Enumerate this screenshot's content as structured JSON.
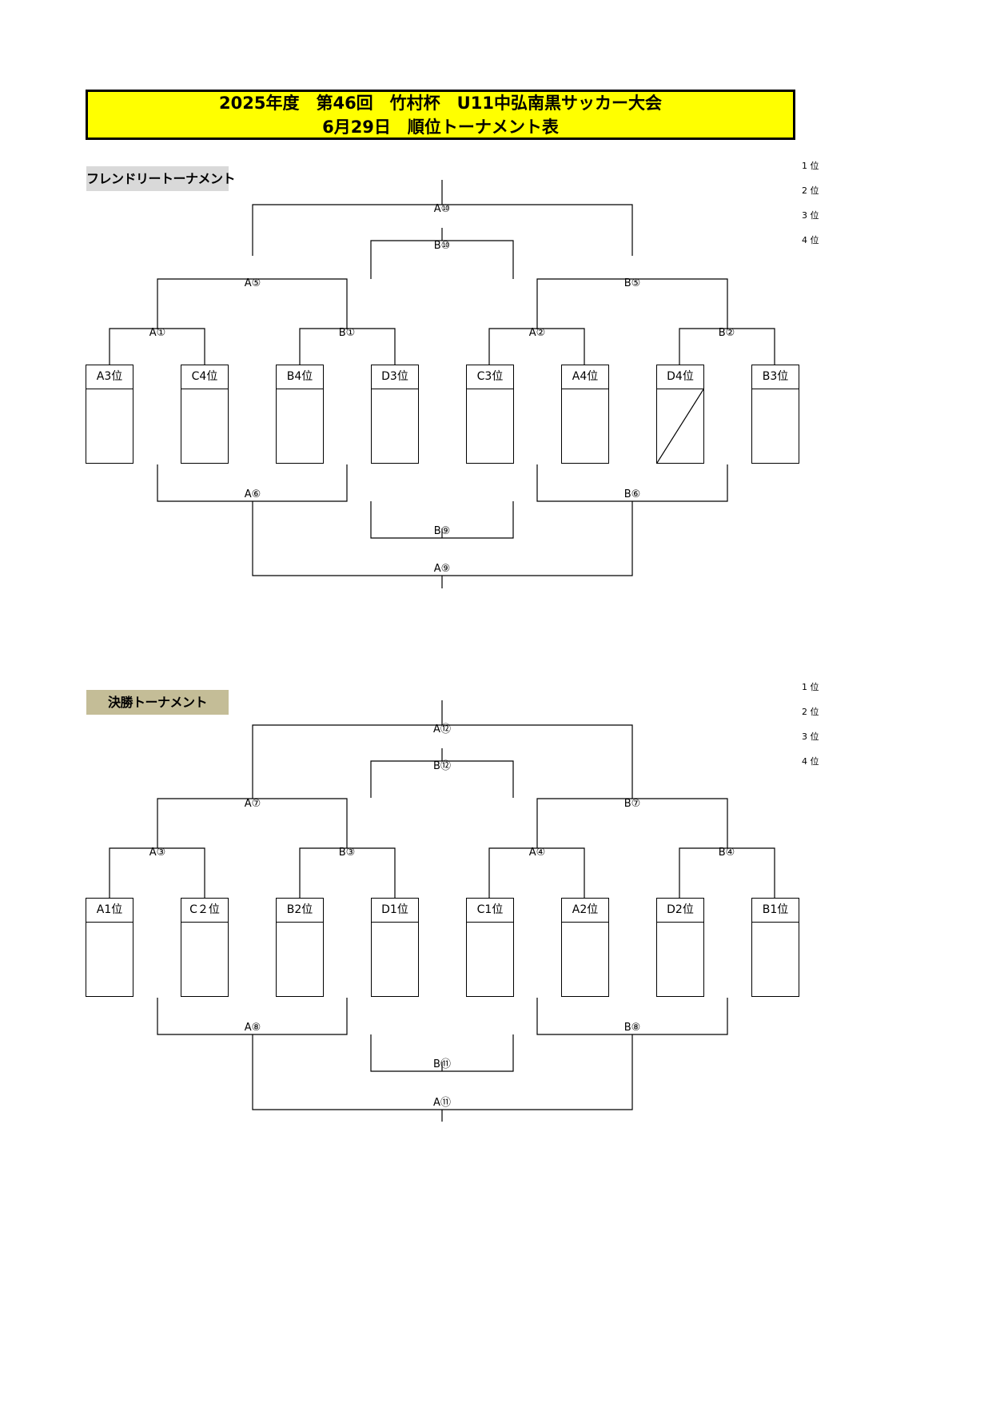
{
  "title": {
    "line1": "2025年度　第46回　竹村杯　U11中弘南黒サッカー大会",
    "line2": "6月29日　順位トーナメント表"
  },
  "friendly": {
    "label": "フレンドリートーナメント",
    "ranks": [
      "1 位",
      "2 位",
      "3 位",
      "4 位"
    ],
    "teams": [
      "A3位",
      "C4位",
      "B4位",
      "D3位",
      "C3位",
      "A4位",
      "D4位",
      "B3位"
    ],
    "matches": {
      "r1": [
        "A①",
        "B①",
        "A②",
        "B②"
      ],
      "r1_loser": [
        "A⑥",
        "B⑥"
      ],
      "semi": [
        "A⑤",
        "B⑤"
      ],
      "final": "A⑩",
      "third": "B⑩",
      "lower_final": "A⑨",
      "lower_third": "B⑨"
    }
  },
  "finals": {
    "label": "決勝トーナメント",
    "ranks": [
      "1 位",
      "2 位",
      "3 位",
      "4 位"
    ],
    "teams": [
      "A1位",
      "C２位",
      "B2位",
      "D1位",
      "C1位",
      "A2位",
      "D2位",
      "B1位"
    ],
    "matches": {
      "r1": [
        "A③",
        "B③",
        "A④",
        "B④"
      ],
      "r1_loser": [
        "A⑧",
        "B⑧"
      ],
      "semi": [
        "A⑦",
        "B⑦"
      ],
      "final": "A⑫",
      "third": "B⑫",
      "lower_final": "A⑪",
      "lower_third": "B⑪"
    }
  }
}
